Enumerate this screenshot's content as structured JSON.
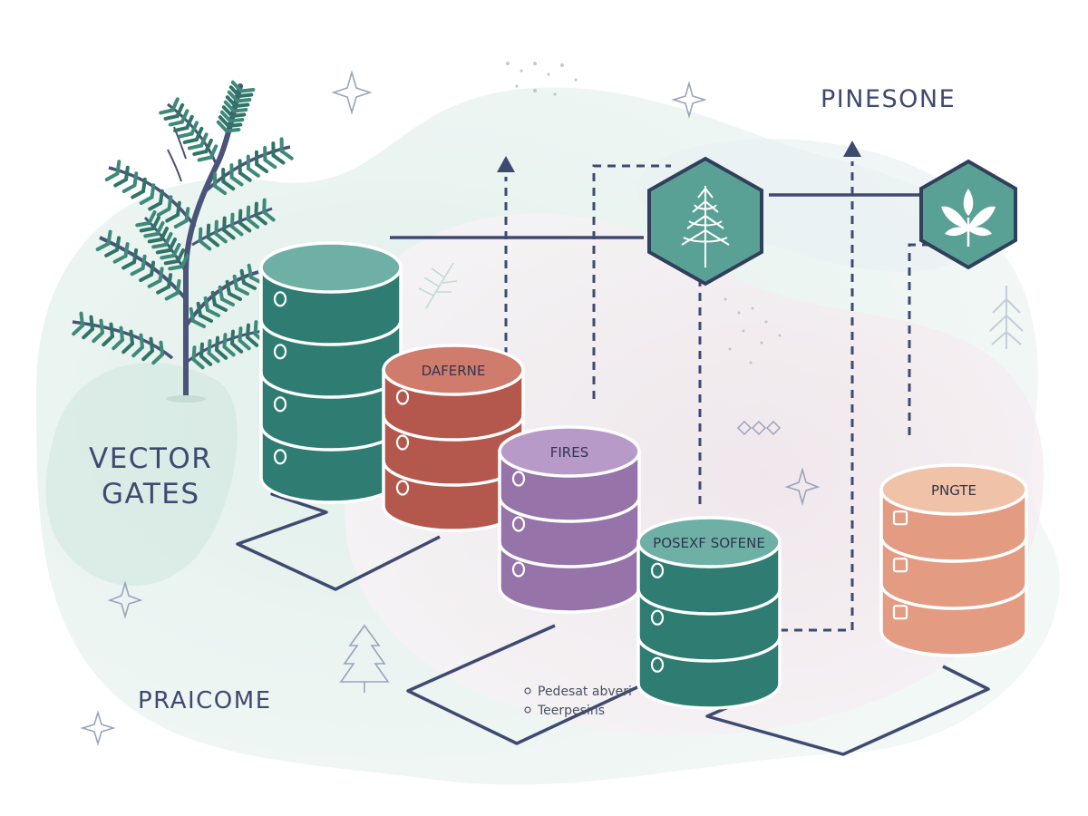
{
  "labels": {
    "brand": "PINESONE",
    "vector_gates": [
      "VECTOR",
      "GATES"
    ],
    "praicome": "PRAICOME"
  },
  "databases": [
    {
      "id": "teal-main",
      "label": ""
    },
    {
      "id": "red",
      "label": "DAFERNE"
    },
    {
      "id": "purple",
      "label": "FIRES"
    },
    {
      "id": "teal-front",
      "label": "POSEXF SOFENE"
    },
    {
      "id": "peach",
      "label": "PNGTE"
    }
  ],
  "legend": [
    "Pedesat abveri",
    "Teerpesins"
  ],
  "colors": {
    "ink": "#3f4a70",
    "teal": "#2f7d72",
    "teal_light": "#6fb0a6",
    "red": "#b4574c",
    "red_light": "#cf7c6d",
    "purple": "#9673a8",
    "purple_light": "#b89ac8",
    "peach": "#e39c82",
    "peach_light": "#f0c2a8",
    "hex_fill": "#5aa195"
  },
  "icons": [
    "pine-tree",
    "tree-hex-icon",
    "leaf-hex-icon",
    "sparkle-icon",
    "small-pine-icon"
  ]
}
